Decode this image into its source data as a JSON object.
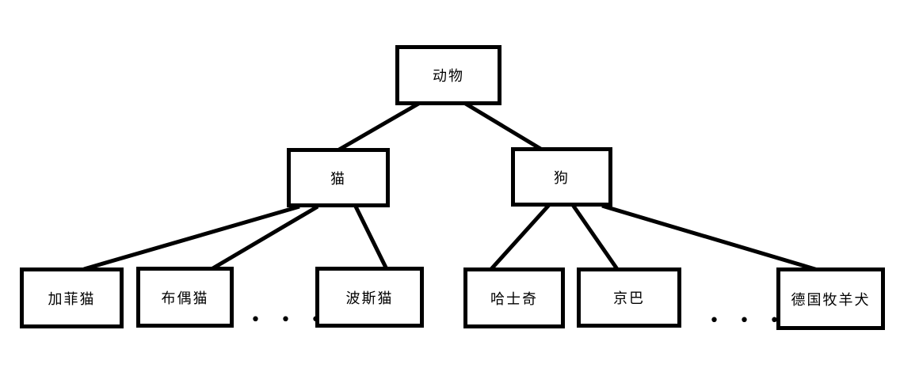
{
  "diagram_type": "tree",
  "nodes": {
    "animal": {
      "label": "动物",
      "level": 1,
      "parent": null
    },
    "cat": {
      "label": "猫",
      "level": 2,
      "parent": "animal"
    },
    "dog": {
      "label": "狗",
      "level": 2,
      "parent": "animal"
    },
    "garfield_cat": {
      "label": "加菲猫",
      "level": 3,
      "parent": "cat"
    },
    "ragdoll_cat": {
      "label": "布偶猫",
      "level": 3,
      "parent": "cat"
    },
    "persian_cat": {
      "label": "波斯猫",
      "level": 3,
      "parent": "cat"
    },
    "husky": {
      "label": "哈士奇",
      "level": 3,
      "parent": "dog"
    },
    "pekingese": {
      "label": "京巴",
      "level": 3,
      "parent": "dog"
    },
    "german_shepherd": {
      "label": "德国牧羊犬",
      "level": 3,
      "parent": "dog"
    }
  },
  "edges": [
    {
      "from": "animal",
      "to": "cat"
    },
    {
      "from": "animal",
      "to": "dog"
    },
    {
      "from": "cat",
      "to": "garfield_cat"
    },
    {
      "from": "cat",
      "to": "ragdoll_cat"
    },
    {
      "from": "cat",
      "to": "persian_cat"
    },
    {
      "from": "dog",
      "to": "husky"
    },
    {
      "from": "dog",
      "to": "pekingese"
    },
    {
      "from": "dog",
      "to": "german_shepherd"
    }
  ],
  "ellipsis": {
    "cats_more": "•  •  •",
    "dogs_more": "•  •  •"
  },
  "colors": {
    "background": "#ffffff",
    "box_border": "#000000",
    "box_fill": "#ffffff",
    "text": "#000000",
    "edge": "#000000"
  }
}
